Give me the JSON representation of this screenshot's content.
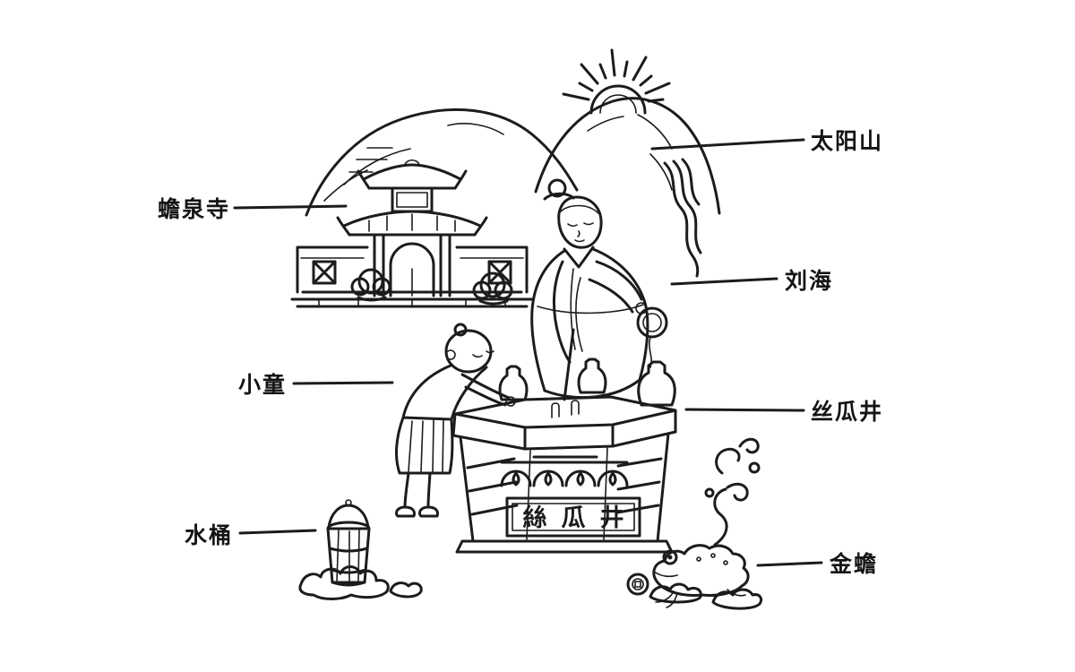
{
  "diagram": {
    "background_color": "#ffffff",
    "ink_color": "#1c1c1c",
    "labels": {
      "sun_mountain": "太阳山",
      "toad_spring_temple": "蟾泉寺",
      "liu_hai": "刘海",
      "little_child": "小童",
      "loofah_well": "丝瓜井",
      "water_bucket": "水桶",
      "golden_toad": "金蟾"
    },
    "well_sign": "絲瓜井"
  }
}
